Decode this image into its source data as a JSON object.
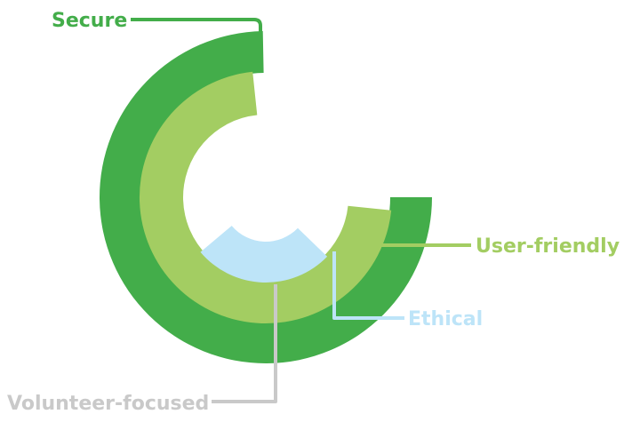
{
  "labels": {
    "secure": "Secure",
    "user_friendly": "User-friendly",
    "ethical": "Ethical",
    "volunteer_focused": "Volunteer-focused"
  },
  "colors": {
    "secure": "#43ad4a",
    "user_friendly": "#a3cd62",
    "ethical": "#bde4f8",
    "volunteer_focused": "#c9c9c9"
  }
}
